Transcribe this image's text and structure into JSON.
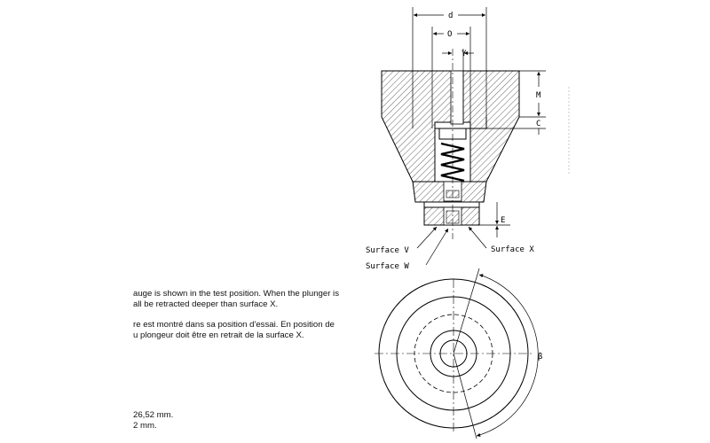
{
  "figure": {
    "dimension_labels": {
      "d": "d",
      "O": "O",
      "Y": "Y",
      "M": "M",
      "C": "C",
      "E": "E",
      "beta": "β"
    },
    "surface_labels": {
      "v": "Surface V",
      "w": "Surface W",
      "x": "Surface X"
    }
  },
  "text": {
    "english": [
      "auge is shown in the test position. When the plunger is",
      "all be retracted deeper than surface X."
    ],
    "french": [
      "re est montré dans sa position d'essai. En position de",
      "u plongeur doit être en retrait de la surface X."
    ],
    "dimensions": [
      "26,52 mm.",
      "2 mm."
    ]
  }
}
